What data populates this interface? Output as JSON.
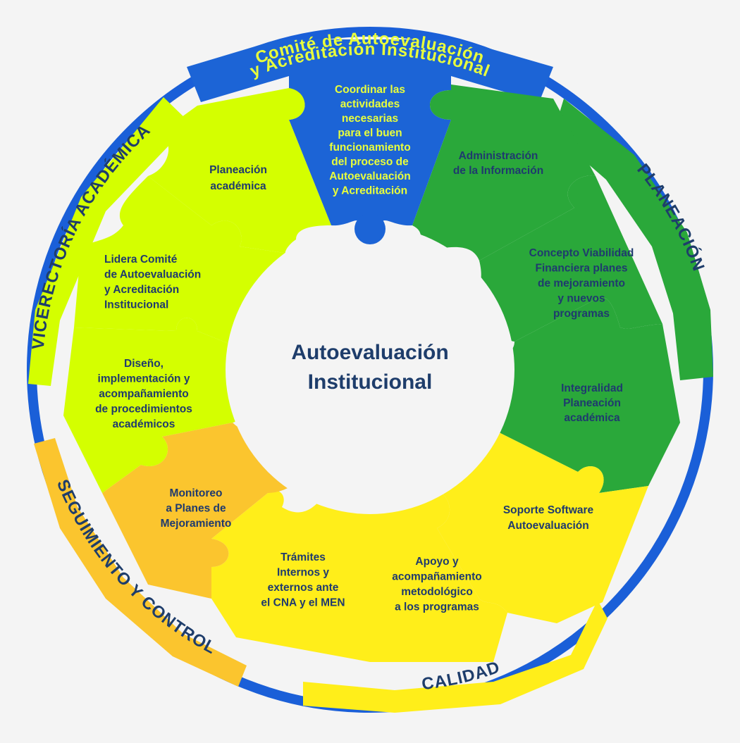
{
  "center": {
    "line1": "Autoevaluación",
    "line2": "Institucional"
  },
  "ring_labels": {
    "top": [
      "Comité de Autoevaluación",
      "y Acreditación Institucional"
    ],
    "left": "VICERECTORÍA ACADÉMICA",
    "right": "PLANEACIÓN",
    "bottom_left": "SEGUIMIENTO Y CONTROL",
    "bottom": "CALIDAD"
  },
  "pieces": {
    "coordinar": [
      "Coordinar  las",
      "actividades",
      "necesarias",
      "para el buen",
      "funcionamiento",
      "del proceso de",
      "Autoevaluación",
      "y Acreditación"
    ],
    "administracion": [
      "Administración",
      "de la Información"
    ],
    "concepto": [
      "Concepto Viabilidad",
      "Financiera planes",
      "de mejoramiento",
      "y nuevos",
      "programas"
    ],
    "integralidad": [
      "Integralidad",
      "Planeación",
      "académica"
    ],
    "soporte": [
      "Soporte Software",
      "Autoevaluación"
    ],
    "apoyo": [
      "Apoyo y",
      "acompañamiento",
      "metodológico",
      "a los programas"
    ],
    "tramites": [
      "Trámites",
      "Internos y",
      "externos ante",
      "el CNA y el MEN"
    ],
    "monitoreo": [
      "Monitoreo",
      "a Planes de",
      "Mejoramiento"
    ],
    "diseno": [
      "Diseño,",
      "implementación y",
      "acompañamiento",
      "de procedimientos",
      "académicos"
    ],
    "lidera": [
      "Lidera Comité",
      "de Autoevaluación",
      "y Acreditación",
      "Institucional"
    ],
    "planeacion": [
      "Planeación",
      "académica"
    ]
  },
  "colors": {
    "blue": "#1c64d6",
    "green": "#2aa83a",
    "lime": "#d4ff00",
    "yellow": "#ffee1a",
    "orange": "#fbc52e",
    "navy": "#1e3d6b",
    "ring": "#1a5fd8"
  }
}
